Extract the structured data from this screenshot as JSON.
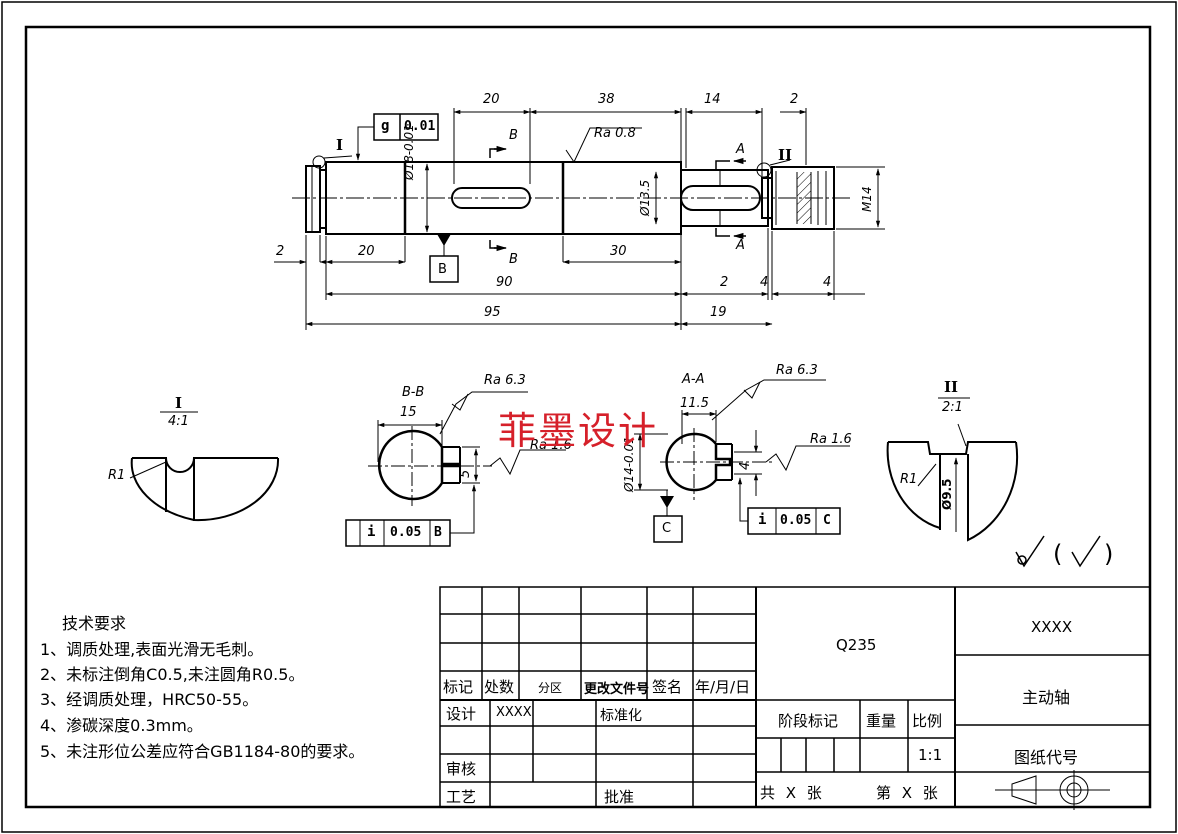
{
  "watermark": "菲墨设计",
  "main_view": {
    "dims": {
      "d20_top": "20",
      "d38": "38",
      "d14": "14",
      "d2_top": "2",
      "d2_left": "2",
      "d20_bottom": "20",
      "d30": "30",
      "d90": "90",
      "d95": "95",
      "d2_right": "2",
      "d4_a": "4",
      "d4_b": "4",
      "d19": "19"
    },
    "dia_18": "Ø18-0.01",
    "dia_135": "Ø13.5",
    "thread": "M14",
    "ra_main": "Ra 0.8",
    "section_b_top": "B",
    "section_b_bottom": "B",
    "section_a_top": "A",
    "section_a_bottom": "A",
    "datum_b": "B",
    "detail_mark_1": "I",
    "detail_mark_2": "II",
    "fcf_sym": "g",
    "fcf_val": "0.01"
  },
  "detail_1": {
    "title": "I",
    "scale": "4:1",
    "radius": "R1"
  },
  "section_bb": {
    "title": "B-B",
    "width": "15",
    "key": "5",
    "ra_top": "Ra 6.3",
    "ra_side": "Ra 1.6",
    "fcf_sym": "i",
    "fcf_val": "0.05",
    "fcf_datum": "B"
  },
  "section_aa": {
    "title": "A-A",
    "width": "11.5",
    "key": "4",
    "dia": "Ø14-0.01",
    "ra_top": "Ra 6.3",
    "ra_side": "Ra 1.6",
    "datum": "C",
    "fcf_sym": "i",
    "fcf_val": "0.05",
    "fcf_datum": "C"
  },
  "detail_2": {
    "title": "II",
    "scale": "2:1",
    "radius": "R1",
    "dia": "Ø9.5"
  },
  "tech_req": {
    "title": "技术要求",
    "items": [
      "1、调质处理,表面光滑无毛刺。",
      "2、未标注倒角C0.5,未注圆角R0.5。",
      "3、经调质处理，HRC50-55。",
      "4、渗碳深度0.3mm。",
      "5、未注形位公差应符合GB1184-80的要求。"
    ]
  },
  "title_block": {
    "material": "Q235",
    "company": "XXXX",
    "part_name": "主动轴",
    "drawing_no": "图纸代号",
    "headers": {
      "mark": "标记",
      "count": "处数",
      "zone": "分区",
      "doc": "更改文件号",
      "sign": "签名",
      "date": "年/月/日"
    },
    "design": "设计",
    "designer": "XXXX",
    "standard": "标准化",
    "review": "审核",
    "process": "工艺",
    "approve": "批准",
    "stage": "阶段标记",
    "weight": "重量",
    "scale_label": "比例",
    "scale": "1:1",
    "total": "共 X 张",
    "sheet": "第 X 张"
  }
}
